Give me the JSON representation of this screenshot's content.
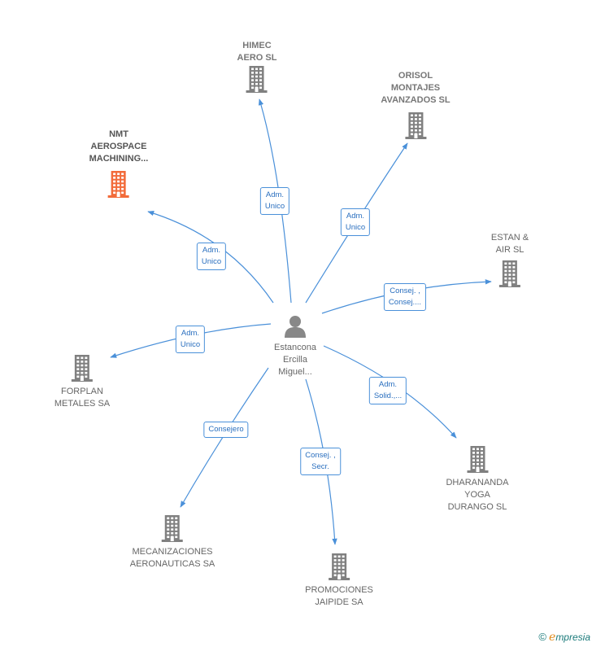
{
  "center": {
    "lines": [
      "Estancona",
      "Ercilla",
      "Miguel..."
    ],
    "icon": "person-icon"
  },
  "companies": [
    {
      "id": "himec",
      "lines": [
        "HIMEC",
        "AERO SL"
      ],
      "icon": "building-icon",
      "highlight": false
    },
    {
      "id": "orisol",
      "lines": [
        "ORISOL",
        "MONTAJES",
        "AVANZADOS SL"
      ],
      "icon": "building-icon",
      "highlight": false
    },
    {
      "id": "nmt",
      "lines": [
        "NMT",
        "AEROSPACE",
        "MACHINING..."
      ],
      "icon": "building-icon",
      "highlight": true
    },
    {
      "id": "estan",
      "lines": [
        "ESTAN &",
        "AIR SL"
      ],
      "icon": "building-icon",
      "highlight": false
    },
    {
      "id": "forplan",
      "lines": [
        "FORPLAN",
        "METALES SA"
      ],
      "icon": "building-icon",
      "highlight": false
    },
    {
      "id": "dharananda",
      "lines": [
        "DHARANANDA",
        "YOGA",
        "DURANGO SL"
      ],
      "icon": "building-icon",
      "highlight": false
    },
    {
      "id": "mecanizaciones",
      "lines": [
        "MECANIZACIONES",
        "AERONAUTICAS SA"
      ],
      "icon": "building-icon",
      "highlight": false
    },
    {
      "id": "promociones",
      "lines": [
        "PROMOCIONES",
        "JAIPIDE SA"
      ],
      "icon": "building-icon",
      "highlight": false
    }
  ],
  "relations": [
    {
      "target": "himec",
      "lines": [
        "Adm.",
        "Unico"
      ]
    },
    {
      "target": "orisol",
      "lines": [
        "Adm.",
        "Unico"
      ]
    },
    {
      "target": "nmt",
      "lines": [
        "Adm.",
        "Unico"
      ]
    },
    {
      "target": "estan",
      "lines": [
        "Consej. ,",
        "Consej...."
      ]
    },
    {
      "target": "forplan",
      "lines": [
        "Adm.",
        "Unico"
      ]
    },
    {
      "target": "dharananda",
      "lines": [
        "Adm.",
        "Solid.,..."
      ]
    },
    {
      "target": "mecanizaciones",
      "lines": [
        "Consejero"
      ]
    },
    {
      "target": "promociones",
      "lines": [
        "Consej. ,",
        "Secr."
      ]
    }
  ],
  "colors": {
    "edge": "#4a90d9",
    "building": "#808080",
    "highlight": "#f26b3a",
    "person": "#888888"
  },
  "brand": {
    "copyright": "©",
    "initial": "e",
    "rest": "mpresia"
  }
}
